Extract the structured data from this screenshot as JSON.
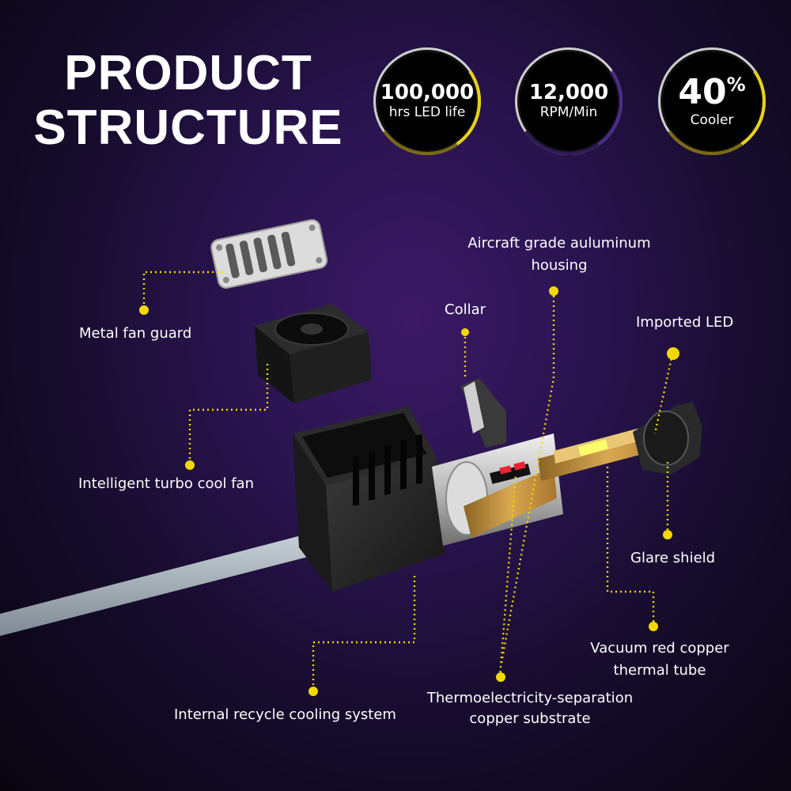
{
  "title": {
    "line1": "PRODUCT",
    "line2": "STRUCTURE"
  },
  "badges": [
    {
      "value": "100,000",
      "unit": "hrs LED life"
    },
    {
      "value": "12,000",
      "unit": "RPM/Min"
    },
    {
      "value": "40",
      "suffix": "%",
      "unit": "Cooler"
    }
  ],
  "labels": {
    "fan_guard": "Metal fan guard",
    "fan": "Intelligent turbo cool fan",
    "cooling": "Internal recycle cooling system",
    "housing_1": "Aircraft grade auluminum",
    "housing_2": "housing",
    "collar": "Collar",
    "led": "Imported LED",
    "glare": "Glare shield",
    "copper_tube_1": "Vacuum red copper",
    "copper_tube_2": "thermal tube",
    "substrate_1": "Thermoelectricity-separation",
    "substrate_2": "copper substrate"
  },
  "colors": {
    "callout": "#f2d800",
    "ring_accent": "#e8d21a",
    "led_chip": "#fbff6a"
  }
}
